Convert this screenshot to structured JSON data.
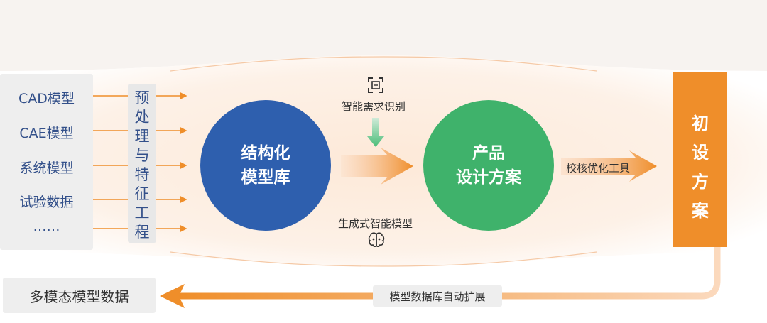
{
  "inputs": {
    "items": [
      "CAD模型",
      "CAE模型",
      "系统模型",
      "试验数据",
      "……"
    ]
  },
  "preprocess": {
    "chars": [
      "预",
      "处",
      "理",
      "与",
      "特",
      "征",
      "工",
      "程"
    ]
  },
  "structured_db": {
    "line1": "结构化",
    "line2": "模型库"
  },
  "product_design": {
    "line1": "产品",
    "line2": "设计方案"
  },
  "labels": {
    "intelligent_recognition": "智能需求识别",
    "generative_model": "生成式智能模型",
    "optimization_tool": "校核优化工具",
    "auto_expand": "模型数据库自动扩展"
  },
  "final": {
    "chars": [
      "初",
      "设",
      "方",
      "案"
    ]
  },
  "multimodal_db": "多模态模型数据",
  "colors": {
    "blue": "#2e5fae",
    "green": "#3fb26b",
    "orange": "#ef8e2a",
    "text_blue": "#33508a"
  },
  "icons": {
    "recognition": "scan-icon",
    "generative": "brain-icon"
  }
}
